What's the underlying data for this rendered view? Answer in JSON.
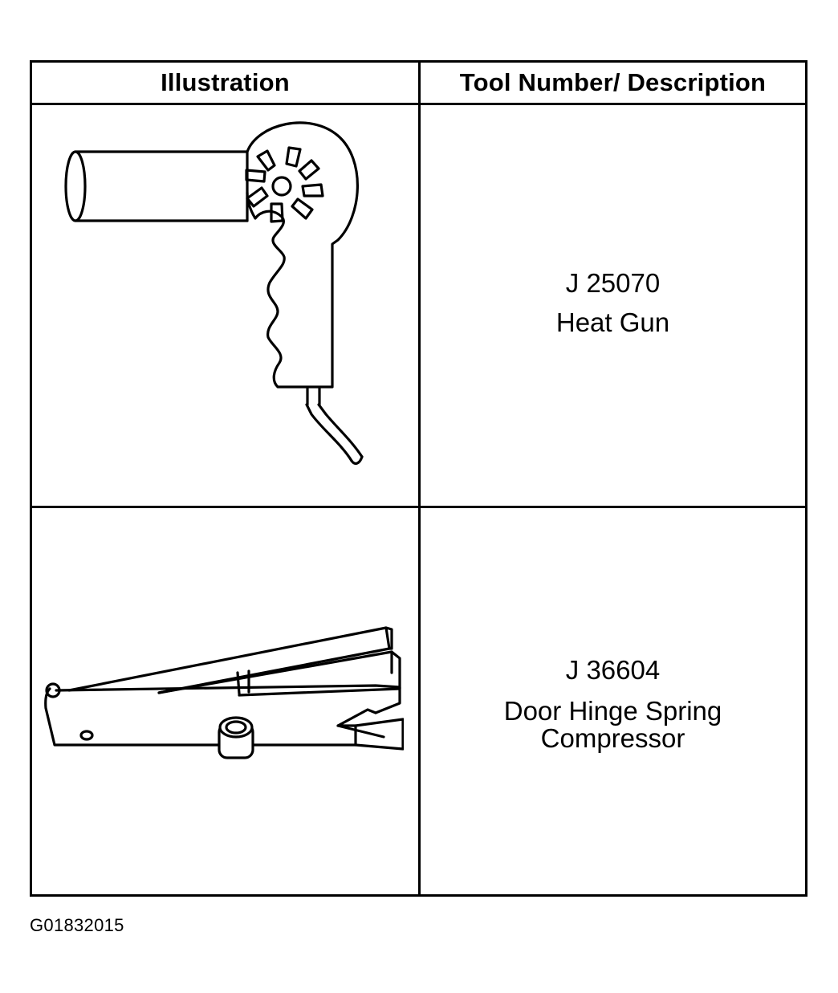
{
  "table": {
    "headers": {
      "illustration": "Illustration",
      "description": "Tool Number/ Description"
    },
    "rows": [
      {
        "tool_number": "J 25070",
        "description": "Heat Gun",
        "icon": "heat-gun-illustration"
      },
      {
        "tool_number": "J 36604",
        "description": "Door Hinge Spring\nCompressor",
        "icon": "door-hinge-spring-compressor-illustration"
      }
    ]
  },
  "figure_id": "G01832015"
}
